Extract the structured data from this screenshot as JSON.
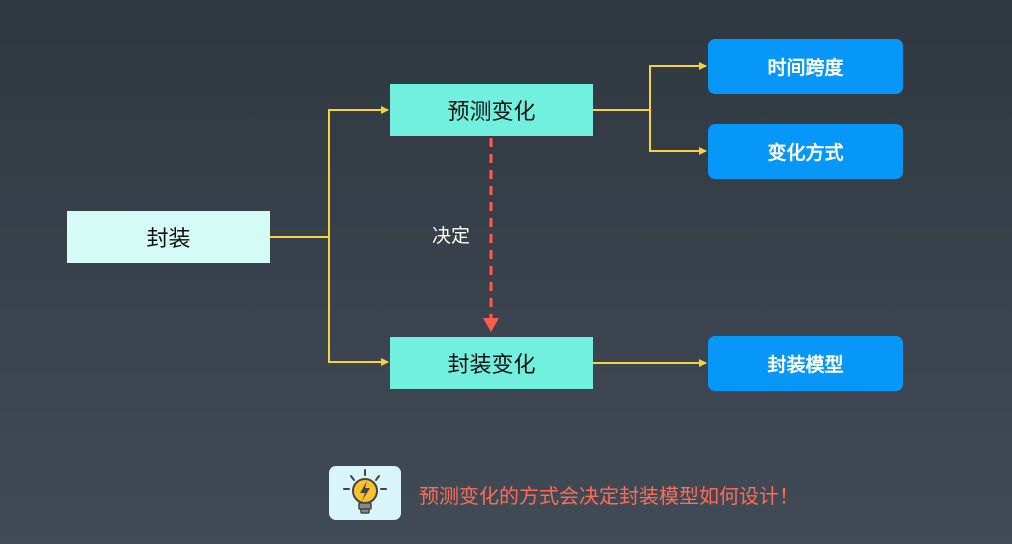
{
  "nodes": {
    "root": "封装",
    "predict_change": "预测变化",
    "encapsulate_change": "封装变化",
    "time_span": "时间跨度",
    "change_mode": "变化方式",
    "encapsulation_model": "封装模型"
  },
  "edge_label": "决定",
  "tip": {
    "text": "预测变化的方式会决定封装模型如何设计！"
  },
  "colors": {
    "connector": "#f4d43a",
    "dashed_arrow": "#ff5a4a",
    "root_fill": "#d4fbf5",
    "teal_fill": "#72f0df",
    "blue_fill": "#0797f8",
    "tip_text": "#ff6b57"
  }
}
